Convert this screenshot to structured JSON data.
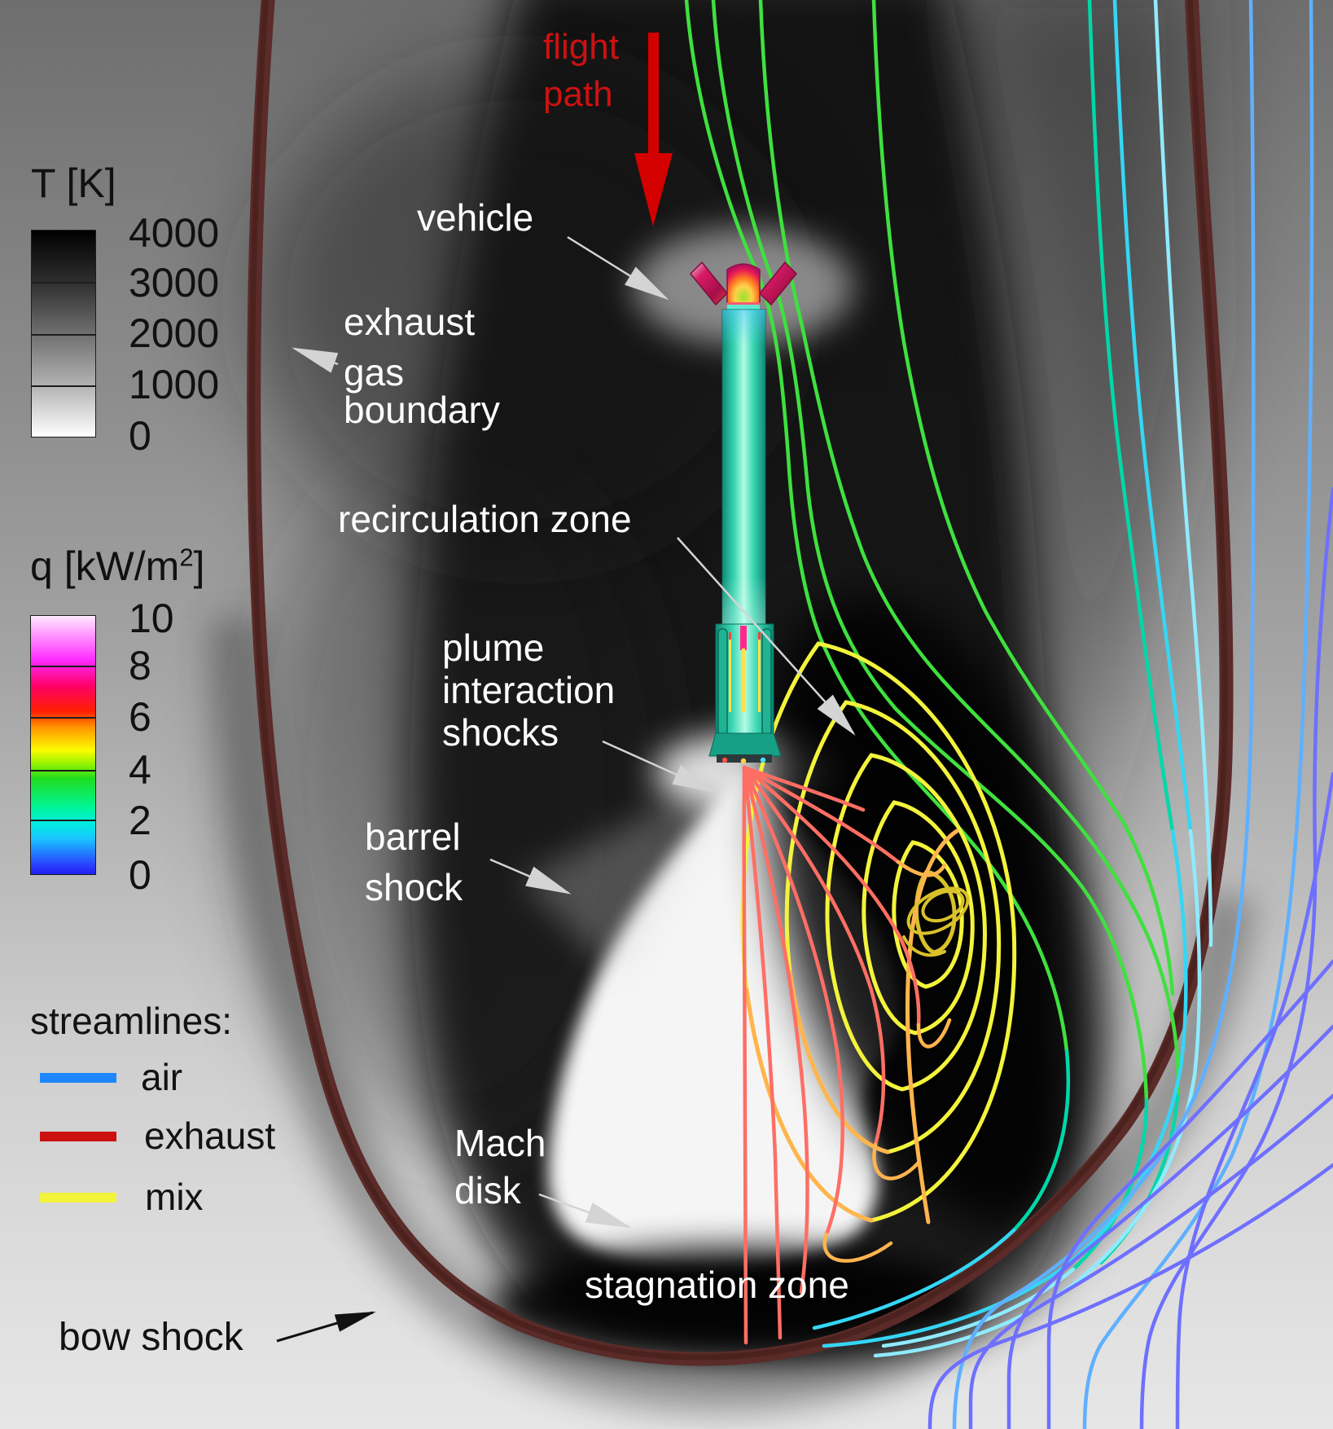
{
  "figure": {
    "kind": "CFD retropropulsion flow-field visualization",
    "background_field": "temperature (grayscale), exhaust plume white, hot wake black"
  },
  "legend_T": {
    "title": "T [K]",
    "ticks": [
      "4000",
      "3000",
      "2000",
      "1000",
      "0"
    ]
  },
  "legend_q": {
    "title_base": "q [kW/m",
    "title_sup": "2",
    "title_close": "]",
    "ticks": [
      "10",
      "8",
      "6",
      "4",
      "2",
      "0"
    ]
  },
  "legend_streamlines": {
    "title": "streamlines:",
    "items": [
      {
        "label": "air",
        "color": "#1e86ff"
      },
      {
        "label": "exhaust",
        "color": "#cc1111"
      },
      {
        "label": "mix",
        "color": "#f3f33c"
      }
    ]
  },
  "annotations": {
    "flight_path": {
      "line1": "flight",
      "line2": "path",
      "color": "#cc1111"
    },
    "vehicle": "vehicle",
    "exhaust_gas_boundary": [
      "exhaust",
      "gas",
      "boundary"
    ],
    "recirculation_zone": "recirculation zone",
    "plume_interaction_shocks": [
      "plume",
      "interaction",
      "shocks"
    ],
    "barrel_shock": [
      "barrel",
      "shock"
    ],
    "mach_disk": [
      "Mach",
      "disk"
    ],
    "stagnation_zone": "stagnation zone",
    "bow_shock": "bow shock"
  },
  "palette": {
    "air": "#1e86ff",
    "exhaust": "#cc1111",
    "mix": "#f3f33c",
    "flight_path_red": "#cc1111",
    "exhaust_gas_boundary_maroon": "#5a2b28",
    "sl_green": "#3fe03f",
    "sl_teal": "#00d8a8",
    "sl_cyan": "#35d6f5",
    "sl_lightcyan": "#8febff",
    "sl_lblue": "#5fb0ff",
    "sl_violet": "#6f6fff",
    "sl_red": "#ff6e64",
    "sl_orange": "#ffb44e",
    "sl_yellow": "#f3f33c",
    "sl_gold": "#d9c12a",
    "t_scale": [
      "#000000",
      "#ffffff"
    ],
    "q_scale": [
      "#ffeaff",
      "#ff2bff",
      "#ff0068",
      "#ff9300",
      "#fcfc00",
      "#1fdd1f",
      "#00f596",
      "#19c8ff",
      "#2020ee"
    ]
  }
}
